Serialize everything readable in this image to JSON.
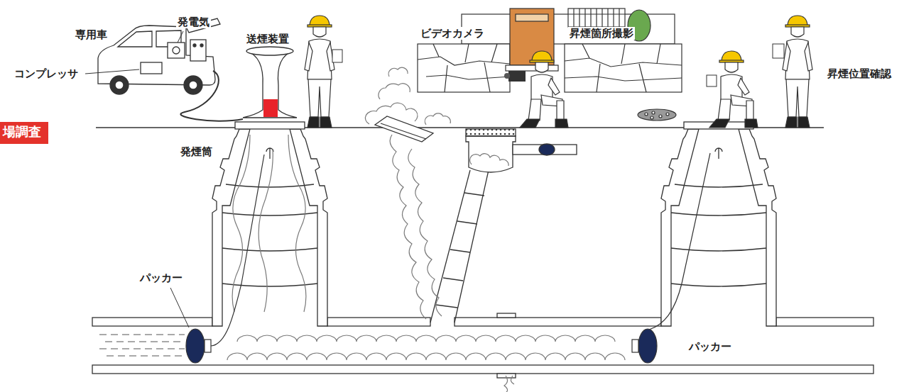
{
  "diagram": {
    "nodes": [
      {
        "text": [
          "場調査"
        ]
      }
    ],
    "labels": [
      "専用車",
      "発電気",
      "コンプレッサ",
      "送煙装置",
      "発煙筒",
      "ビデオカメラ",
      "昇煙箇所撮影",
      "昇煙位置確認",
      "パッカー",
      "パッカー"
    ]
  }
}
